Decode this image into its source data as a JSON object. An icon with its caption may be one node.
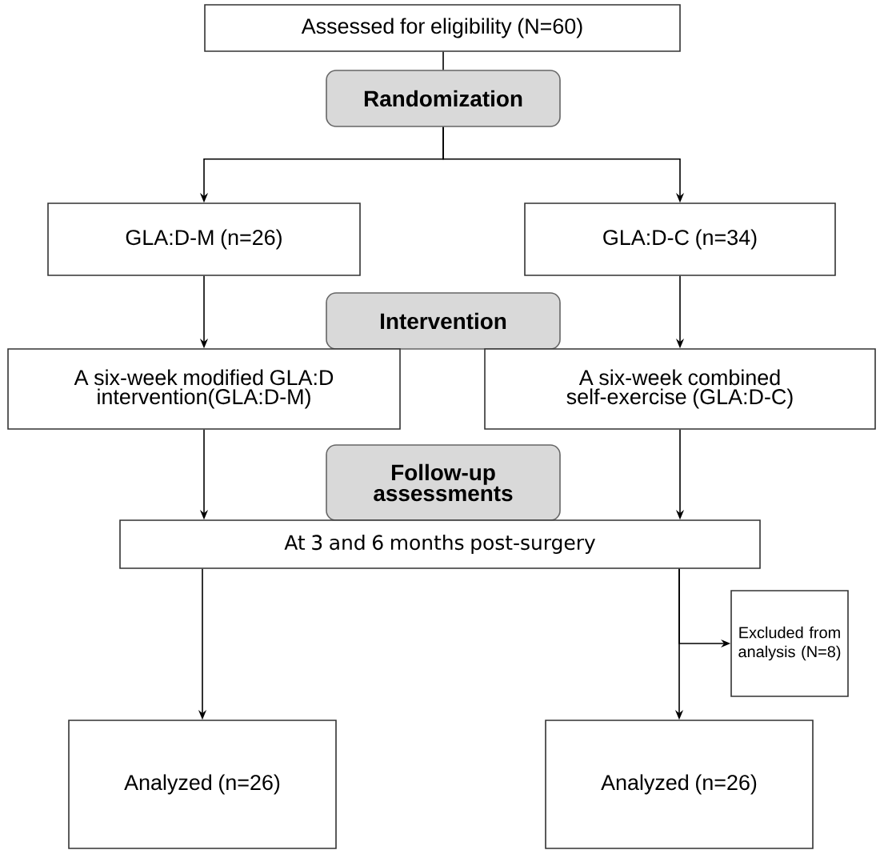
{
  "diagram": {
    "nodes": [
      {
        "text": [
          "Assessed for eligibility (N=60)"
        ]
      },
      {
        "text": [
          "Randomization"
        ]
      },
      {
        "text": [
          "GLA:D-M  (n=26)"
        ]
      },
      {
        "text": [
          "GLA:D-C  (n=34)"
        ]
      },
      {
        "text": [
          "Intervention"
        ]
      },
      {
        "text": [
          "A six-week modified GLA:D intervention(GLA:D-M)"
        ]
      },
      {
        "text": [
          "A six-week combined self-exercise (GLA:D-C)"
        ]
      },
      {
        "text": [
          "Follow-up assessments"
        ]
      },
      {
        "text": [
          "At 3 and 6 months post-surgery"
        ]
      },
      {
        "text": [
          "Excluded from analysis (N=8)"
        ]
      },
      {
        "text": [
          "Analyzed  (n=26)"
        ]
      },
      {
        "text": [
          "Analyzed  (n=26)"
        ]
      }
    ],
    "edges": [
      {
        "from": 0,
        "to": 1,
        "arrow": "none"
      },
      {
        "from": 1,
        "to": 2,
        "arrow": "to"
      },
      {
        "from": 1,
        "to": 3,
        "arrow": "to"
      },
      {
        "from": 2,
        "to": 5,
        "arrow": "to"
      },
      {
        "from": 3,
        "to": 6,
        "arrow": "to"
      },
      {
        "from": 5,
        "to": 8,
        "arrow": "to"
      },
      {
        "from": 6,
        "to": 8,
        "arrow": "to"
      },
      {
        "from": 8,
        "to": 10,
        "arrow": "to"
      },
      {
        "from": 8,
        "to": 11,
        "arrow": "to"
      },
      {
        "from": 8,
        "to": 9,
        "arrow": "to"
      }
    ]
  }
}
